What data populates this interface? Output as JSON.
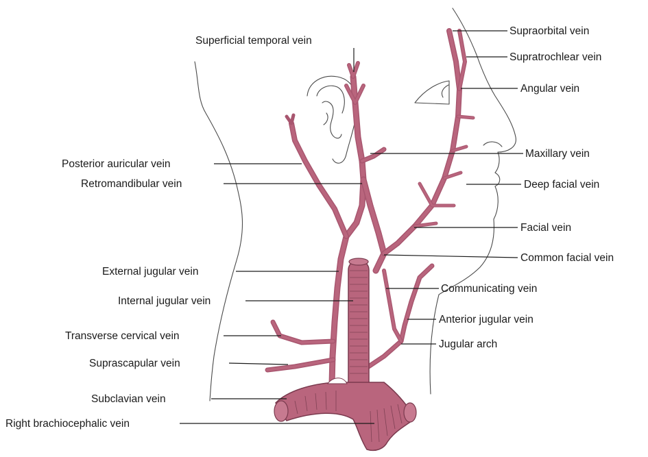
{
  "colors": {
    "vein_fill": "#b9657d",
    "vein_edge": "#7a3a4e",
    "outline": "#4a4a4a",
    "text": "#1a1a1a"
  },
  "labels": {
    "supraorbital": "Supraorbital vein",
    "supratrochlear": "Supratrochlear vein",
    "superficial_temporal": "Superficial temporal vein",
    "angular": "Angular vein",
    "maxillary": "Maxillary vein",
    "posterior_auricular": "Posterior auricular vein",
    "retromandibular": "Retromandibular vein",
    "deep_facial": "Deep facial vein",
    "facial": "Facial vein",
    "common_facial": "Common facial vein",
    "external_jugular": "External jugular vein",
    "internal_jugular": "Internal jugular vein",
    "communicating": "Communicating vein",
    "anterior_jugular": "Anterior jugular vein",
    "transverse_cervical": "Transverse cervical vein",
    "jugular_arch": "Jugular arch",
    "suprascapular": "Suprascapular vein",
    "subclavian": "Subclavian vein",
    "right_brachiocephalic": "Right brachiocephalic vein"
  }
}
